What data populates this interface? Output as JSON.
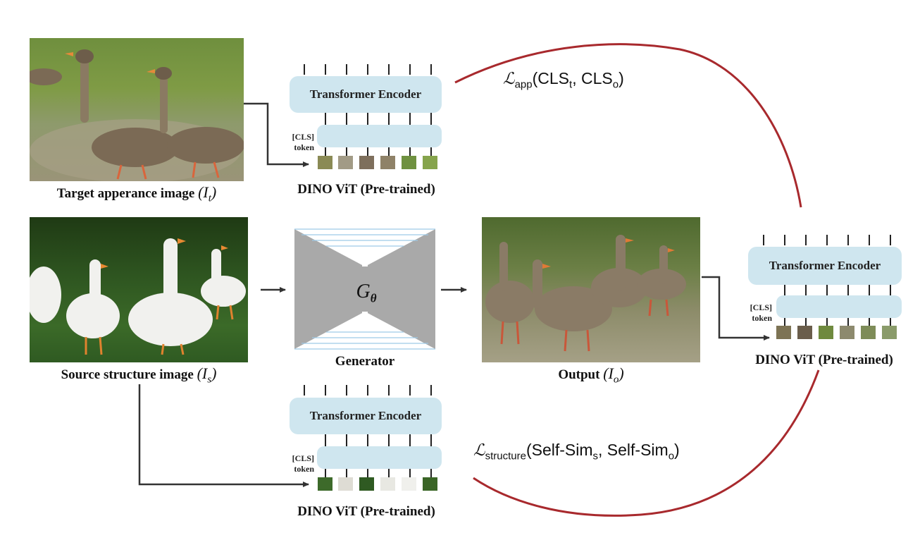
{
  "target_image": {
    "caption": "Target apperance image",
    "symbol": "I",
    "subscript": "t"
  },
  "source_image": {
    "caption": "Source structure image",
    "symbol": "I",
    "subscript": "s"
  },
  "output_image": {
    "caption": "Output",
    "symbol": "I",
    "subscript": "o"
  },
  "generator": {
    "symbol": "G",
    "subscript": "θ",
    "caption": "Generator"
  },
  "vit": {
    "encoder_label": "Transformer Encoder",
    "cls_label_line1": "[CLS]",
    "cls_label_line2": "token",
    "caption": "DINO ViT (Pre-trained)"
  },
  "losses": {
    "appearance": {
      "symbol": "ℒ",
      "subscript": "app",
      "args_open": "(CLS",
      "arg1_sub": "t",
      "sep": ", CLS",
      "arg2_sub": "o",
      "args_close": ")"
    },
    "structure": {
      "symbol": "ℒ",
      "subscript": "structure",
      "args_open": "(Self-Sim",
      "arg1_sub": "s",
      "sep": ", Self-Sim",
      "arg2_sub": "o",
      "args_close": ")"
    }
  },
  "colors": {
    "encoder_fill": "#cfe6ef",
    "loss_curve": "#a8292d",
    "arrow": "#333333",
    "generator_fill": "#a9a9a9",
    "generator_lines": "#9ec9e6"
  }
}
